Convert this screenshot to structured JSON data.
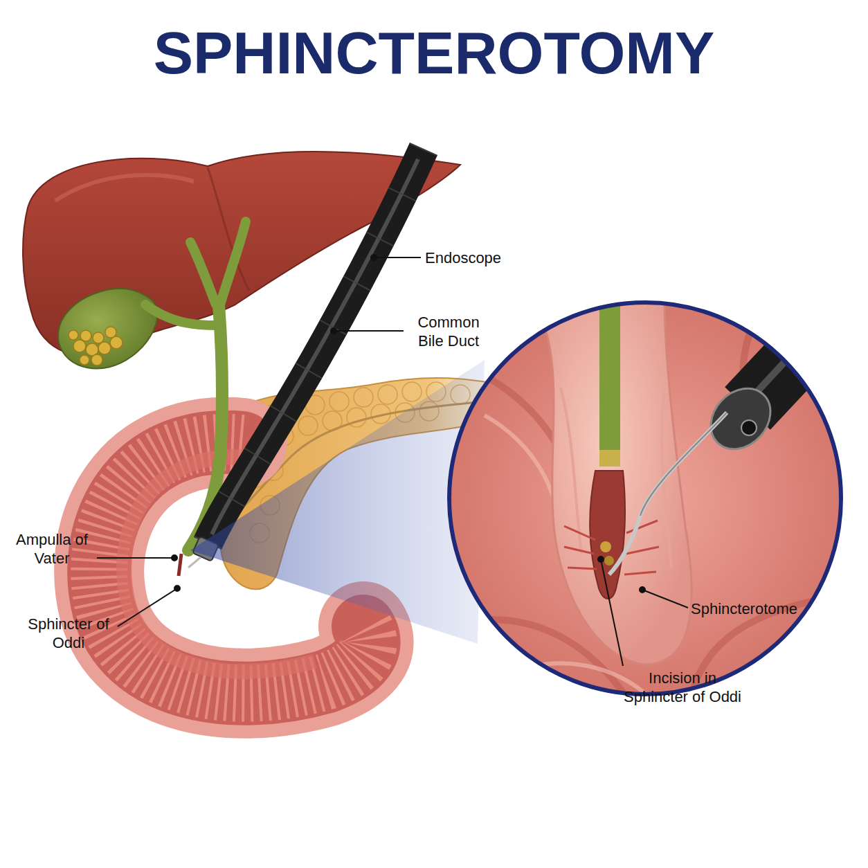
{
  "diagram": {
    "title": "SPHINCTEROTOMY",
    "labels": [
      "Endoscope",
      "Common Bile Duct",
      "Ampulla of Vater",
      "Sphincter of Oddi",
      "Sphincterotome",
      "Incision in Sphincter of Oddi"
    ]
  }
}
